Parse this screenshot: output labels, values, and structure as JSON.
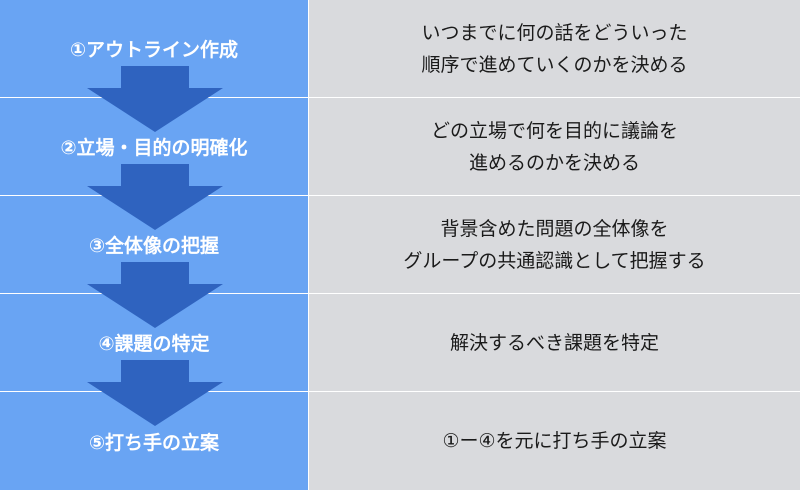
{
  "steps": [
    {
      "label": "①アウトライン作成",
      "desc": [
        "いつまでに何の話をどういった",
        "順序で進めていくのかを決める"
      ]
    },
    {
      "label": "②立場・目的の明確化",
      "desc": [
        "どの立場で何を目的に議論を",
        "進めるのかを決める"
      ]
    },
    {
      "label": "③全体像の把握",
      "desc": [
        "背景含めた問題の全体像を",
        "グループの共通認識として把握する"
      ]
    },
    {
      "label": "④課題の特定",
      "desc": [
        "解決するべき課題を特定"
      ]
    },
    {
      "label": "⑤打ち手の立案",
      "desc": [
        "①ー④を元に打ち手の立案"
      ]
    }
  ],
  "colors": {
    "step_fill": "#69a4f3",
    "arrow_fill": "#2f63bf",
    "desc_fill": "#d9dadd",
    "step_text": "#ffffff",
    "desc_text": "#1a1a1a"
  }
}
